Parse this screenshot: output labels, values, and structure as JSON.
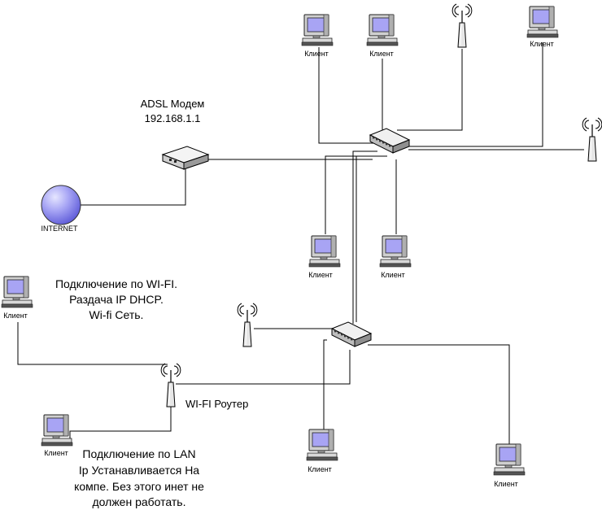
{
  "modem": {
    "title": "ADSL Модем",
    "ip": "192.168.1.1"
  },
  "internet": {
    "label": "INTERNET"
  },
  "router": {
    "label": "WI-FI Роутер"
  },
  "client_label": "Клиент",
  "wifi_note": [
    "Подключение по WI-FI.",
    "Раздача IP DHCP.",
    "Wi-fi  Сеть."
  ],
  "lan_note": [
    "Подключение по LAN",
    "Ip Устанавливается На",
    "компе. Без этого инет не",
    "должен работать."
  ],
  "colors": {
    "screen": "#a8a4f4",
    "globe": "#8f8cf2",
    "device": "#e4e4e4",
    "wire": "#000000"
  }
}
